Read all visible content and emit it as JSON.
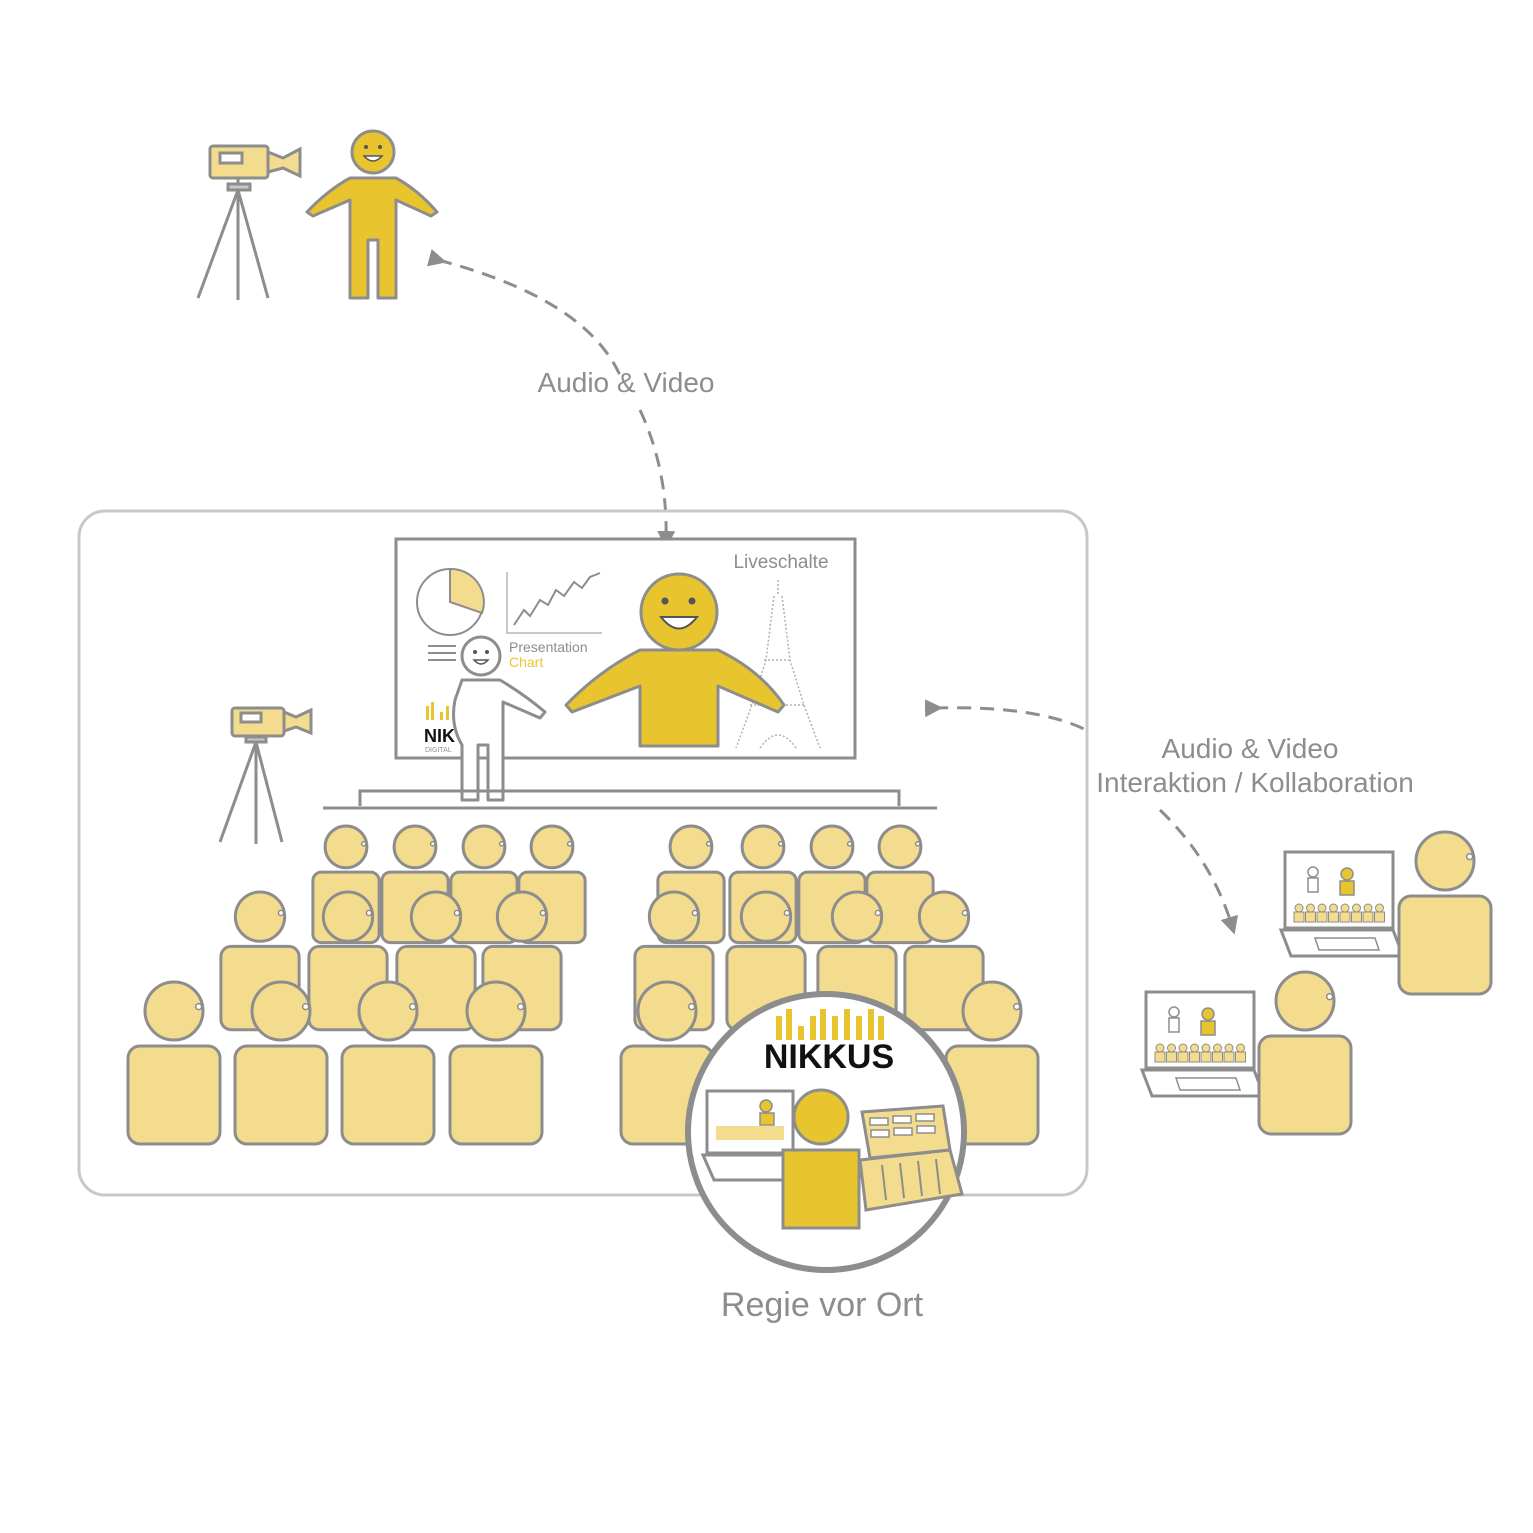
{
  "labels": {
    "top_link": "Audio & Video",
    "right_link_line1": "Audio & Video",
    "right_link_line2": "Interaktion / Kollaboration",
    "screen_title": "Liveschalte",
    "presentation_line1": "Presentation",
    "presentation_line2": "Chart",
    "control_caption": "Regie vor Ort"
  },
  "logo": {
    "wordmark": "NIKKUS",
    "small_wordmark": "NIK",
    "small_tagline": "DIGITAL"
  },
  "colors": {
    "yellow": "#e8c52e",
    "light_yellow": "#f4dc8e",
    "grey": "#8d8d8d",
    "light_grey": "#c8c8c8"
  }
}
